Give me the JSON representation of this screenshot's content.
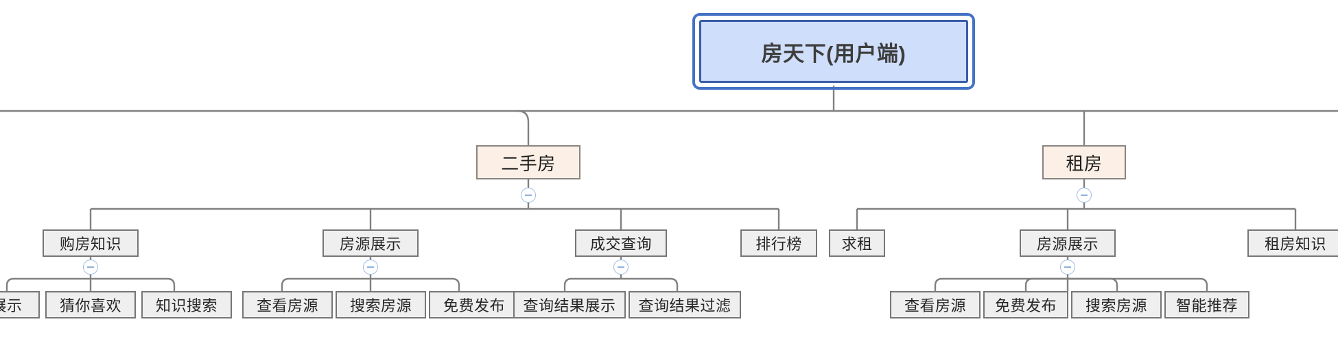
{
  "diagram": {
    "type": "mindmap-tree",
    "title": "房天下(用户端)",
    "colors": {
      "root_fill": "#cfdefa",
      "root_border": "#3a5ca8",
      "selection_ring": "#4472c4",
      "category_fill": "#fcf0e6",
      "category_border": "#8a8580",
      "node_fill": "#efefef",
      "node_border": "#767676",
      "edge": "#808080",
      "toggle_border": "#9dbbe4",
      "toggle_glyph": "#8fb0de"
    },
    "root": {
      "label": "房天下(用户端)",
      "selected": true
    },
    "categories": [
      {
        "label": "二手房",
        "collapse_icon": "minus-circle-icon"
      },
      {
        "label": "租房",
        "collapse_icon": "minus-circle-icon"
      }
    ],
    "level3": [
      {
        "label": "购房知识",
        "has_toggle": true
      },
      {
        "label": "房源展示",
        "has_toggle": true
      },
      {
        "label": "成交查询",
        "has_toggle": true
      },
      {
        "label": "排行榜",
        "has_toggle": false
      },
      {
        "label": "求租",
        "has_toggle": false
      },
      {
        "label": "房源展示",
        "has_toggle": true
      },
      {
        "label": "租房知识",
        "has_toggle": false
      }
    ],
    "level4": [
      {
        "label": "展示",
        "clipped": true
      },
      {
        "label": "猜你喜欢"
      },
      {
        "label": "知识搜索"
      },
      {
        "label": "查看房源"
      },
      {
        "label": "搜索房源"
      },
      {
        "label": "免费发布"
      },
      {
        "label": "查询结果展示"
      },
      {
        "label": "查询结果过滤"
      },
      {
        "label": "查看房源"
      },
      {
        "label": "免费发布"
      },
      {
        "label": "搜索房源"
      },
      {
        "label": "智能推荐"
      }
    ],
    "toggles": {
      "glyph": "−",
      "icon_name": "collapse-minus-icon",
      "count": 6
    }
  }
}
